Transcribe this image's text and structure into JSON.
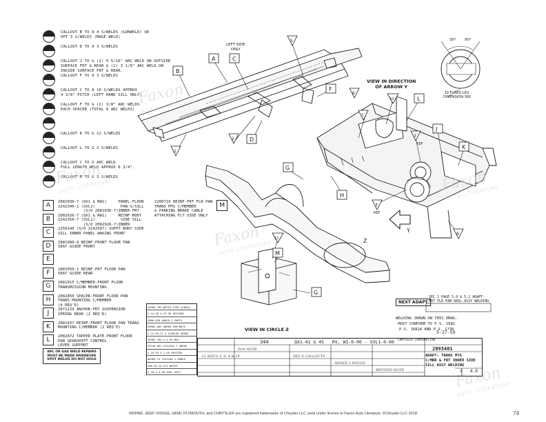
{
  "legend": [
    {
      "icon": "half",
      "text": "CALLOUT B TO A 4 S/WELDS (GUNWELD) OR\nOPT 3 G/WELDS (MAGE WELD)"
    },
    {
      "icon": "half",
      "text": "CALLOUT D TO A 3 S/WELDS"
    },
    {
      "icon": "half",
      "text": "CALLOUT J TO G (1) 5 5/16\" ARC WELD ON OUTSIDE\nSURFACE FRT & REAR & (1) 3 1/8\" ARC WELD ON\nINSIDE SURFACE FRT & REAR."
    },
    {
      "icon": "half",
      "text": "CALLOUT F TO A 3 S/WELDS"
    },
    {
      "icon": "half",
      "text": "CALLOUT C TO A 10 S/WELDS APPROX\n4 3/8\" PITCH (LEFT HAND SILL ONLY)"
    },
    {
      "icon": "half",
      "text": "CALLOUT F TO G (2) 3/8\" ARC WELDS\nEACH SPACER (TOTAL 8 ARC WELDS)"
    },
    {
      "icon": "half",
      "text": ""
    },
    {
      "icon": "half",
      "text": "CALLOUT K TO G 12 S/WELDS"
    },
    {
      "icon": "half",
      "text": "CALLOUT L TO G 2 S/WELDS"
    },
    {
      "icon": "half",
      "text": "CALLOUT C TO G ARC WELD\nFULL LENGTH WELD APPROX 6 3/4\"."
    },
    {
      "icon": "half",
      "text": "CALLOUT M TO G 3 S/WELDS"
    }
  ],
  "parts": [
    {
      "letter": "A",
      "text": "2081036-7 (QX1 & RW1)     PANEL-FLOOR\n2242340-1 (SVL1)           PAN S/SILL\n           (S/O 2081036-7)INNER FRT"
    },
    {
      "letter": "B",
      "text": "2082926-7 (QX1 & RW1)     REINF-BODY\n2242356-7 (SVL1)           SIDE SILL\n           (S/O 2082926-7)INNER"
    },
    {
      "letter": "C",
      "text": "2259140 (S/O 2242507) SUPPT-BODY SIDE\nSILL INNER PANEL WAKING FRONT"
    },
    {
      "letter": "D",
      "text": "2081080-9 REINF-FRONT FLOOR PAN\nSEAT GUIDE FRONT"
    },
    {
      "letter": "E",
      "text": ""
    },
    {
      "letter": "F",
      "text": "2081050-1 REINF-FRT FLOOR PAN\nSEAT GUIDE REAR"
    },
    {
      "letter": "G",
      "text": "2081015 C/MEMBER-FRONT FLOOR\nTRANSMISSION MOUNTING"
    },
    {
      "letter": "H",
      "text": "2082850 SPACER-FRONT FLOOR PAN\nTRANS MOUNTING C/MEMBER\n(4 REQ'D)"
    },
    {
      "letter": "J",
      "text": "2071229 ANCHOR-FRT SUSPENSION\nSPRING REAR (2 REQ'D)"
    },
    {
      "letter": "K",
      "text": "2081437 REINF-FRONT FLOOR PAN TRANS\nMOUNTING C/MEMBER (2 REQ'D)"
    },
    {
      "letter": "L",
      "text": "2082872 TAPPED PLATE-FRONT FLOOR\nPAN GEARSHIFT CONTROL\nLEVER SUPPORT"
    }
  ],
  "part_m": {
    "letter": "M",
    "text": "2200710 REINF-FRT FLR PAN\nTRANS MTG C/MEMBER\n& PARKING BRAKE CABLE\nATTACHING FLT SIDE ONLY"
  },
  "note_box": "ARC OR GAS WELD REPAIRS\nMUST BE MADE WHENEVER\nSPOT WELDS DO NOT HOLD",
  "labels": {
    "left_side_only": "LEFT SIDE\nONLY",
    "view_direction": "VIEW IN DIRECTION\nOF ARROW Y",
    "view_circle": "VIEW IN CIRCLE Z",
    "fused_leg": ".19 FUSED LEG\nDIMENSION-360",
    "angle_30": "30°",
    "angle_90": "90°",
    "ref": "REF",
    "arrow_y": "Y",
    "circle_z": "Z"
  },
  "callouts": [
    "A",
    "B",
    "C",
    "D",
    "F",
    "G",
    "H",
    "J",
    "K",
    "L",
    "M"
  ],
  "title_block": {
    "next_adapt": "NEXT ADAPT",
    "sec_note": "SEC 1 PAGE 5.0 & 5.2 ADAPT-\nFRT FLR PAN RAIL ASSY WELDING",
    "conform_note": "WELDING SHOWN ON THIS DRWG.\nMUST CONFORM TO P.S. 1682\nP.S. 1682A AND P.S. 1736",
    "body_codes": "QX1-41 & 45   RV, WI-0-00 - SVL1-0-00",
    "number_344": "344",
    "title": "ADAPT- TRANS MTG\nC/MBR & FRT INNER SIDE\nSILL ASSY WELDING",
    "drawing_no": "2093401",
    "date": "5-27-59",
    "revision": "4.0",
    "sheet": "1",
    "company": "CHRYSLER CORPORATION",
    "revisions": [
      "20508-703  NOTES TYPE S/WELD",
      "2-14-58    4-29-58 REVISED",
      "2080-020   ADDED 2 PARTS",
      "20902-003  ADDED DIM NOTE",
      "2-14-59-21 4 S/WELDS ADDED",
      "10302-765  2-4-59 REV",
      "20740-001  2242356-7 ADDED",
      "2-19-59    4-1-59 REVISED",
      "00389-31   2242340-1 ADDED",
      "200-63-14  S/O NOTES",
      "2-10-3-4-56 RAIL ASSY"
    ]
  },
  "watermark": {
    "brand": "Faxon",
    "sub": "AUTO LITERATURE"
  },
  "footer": "MOPAR, JEEP, DODGE, HEMI, PLYMOUTH, and CHRYSLER are registered trademarks of Chrysler LLC used under license to Faxon Auto Literature. ©Chrysler LLC 2018",
  "page_number": "74"
}
